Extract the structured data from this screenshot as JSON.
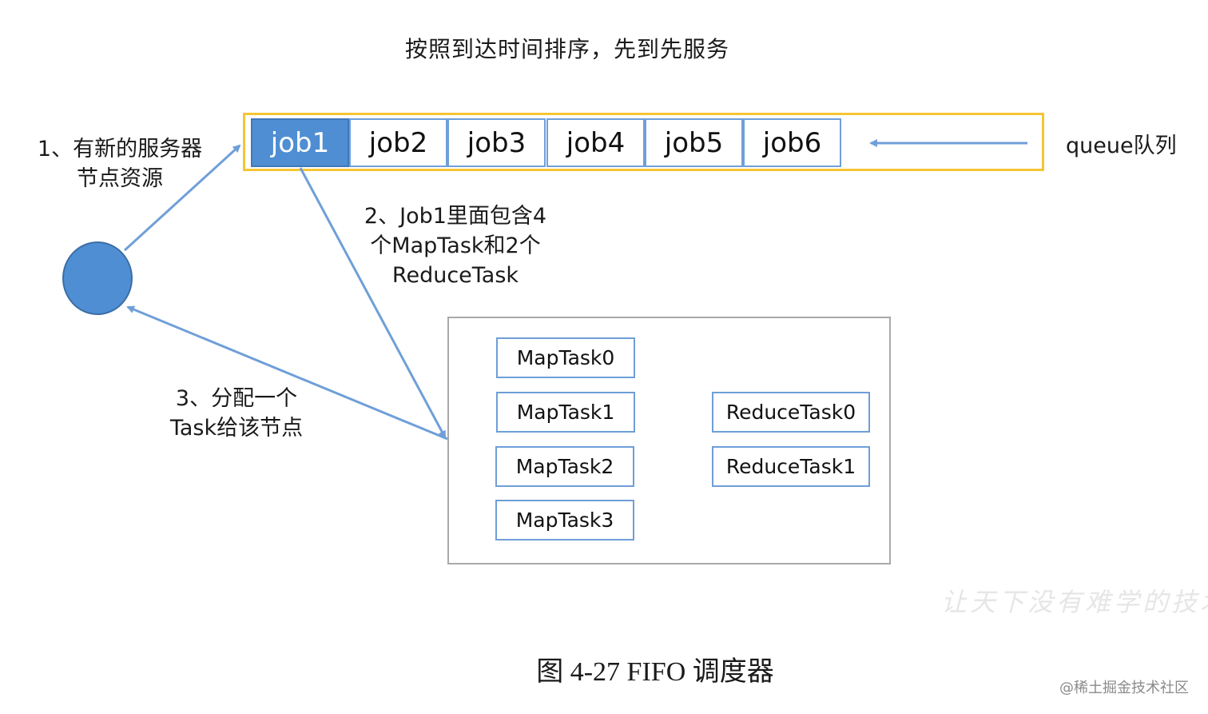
{
  "diagram": {
    "title": "按照到达时间排序，先到先服务",
    "queue": {
      "jobs": [
        "job1",
        "job2",
        "job3",
        "job4",
        "job5",
        "job6"
      ],
      "label": "queue队列"
    },
    "notes": {
      "step1_line1": "1、有新的服务器",
      "step1_line2": "节点资源",
      "step2_line1": "2、Job1里面包含4",
      "step2_line2": "个MapTask和2个",
      "step2_line3": "ReduceTask",
      "step3_line1": "3、分配一个",
      "step3_line2": "Task给该节点"
    },
    "map_tasks": [
      "MapTask0",
      "MapTask1",
      "MapTask2",
      "MapTask3"
    ],
    "reduce_tasks": [
      "ReduceTask0",
      "ReduceTask1"
    ],
    "caption": "图 4-27 FIFO 调度器",
    "colors": {
      "job_active": "#4f8ed2",
      "box_border": "#6f9fd8",
      "queue_border": "#f5c533",
      "arrow": "#6f9fd8",
      "node": "#4f8ed2"
    }
  },
  "watermarks": {
    "faint": "让天下没有难学的技术",
    "source": "@稀土掘金技术社区"
  }
}
